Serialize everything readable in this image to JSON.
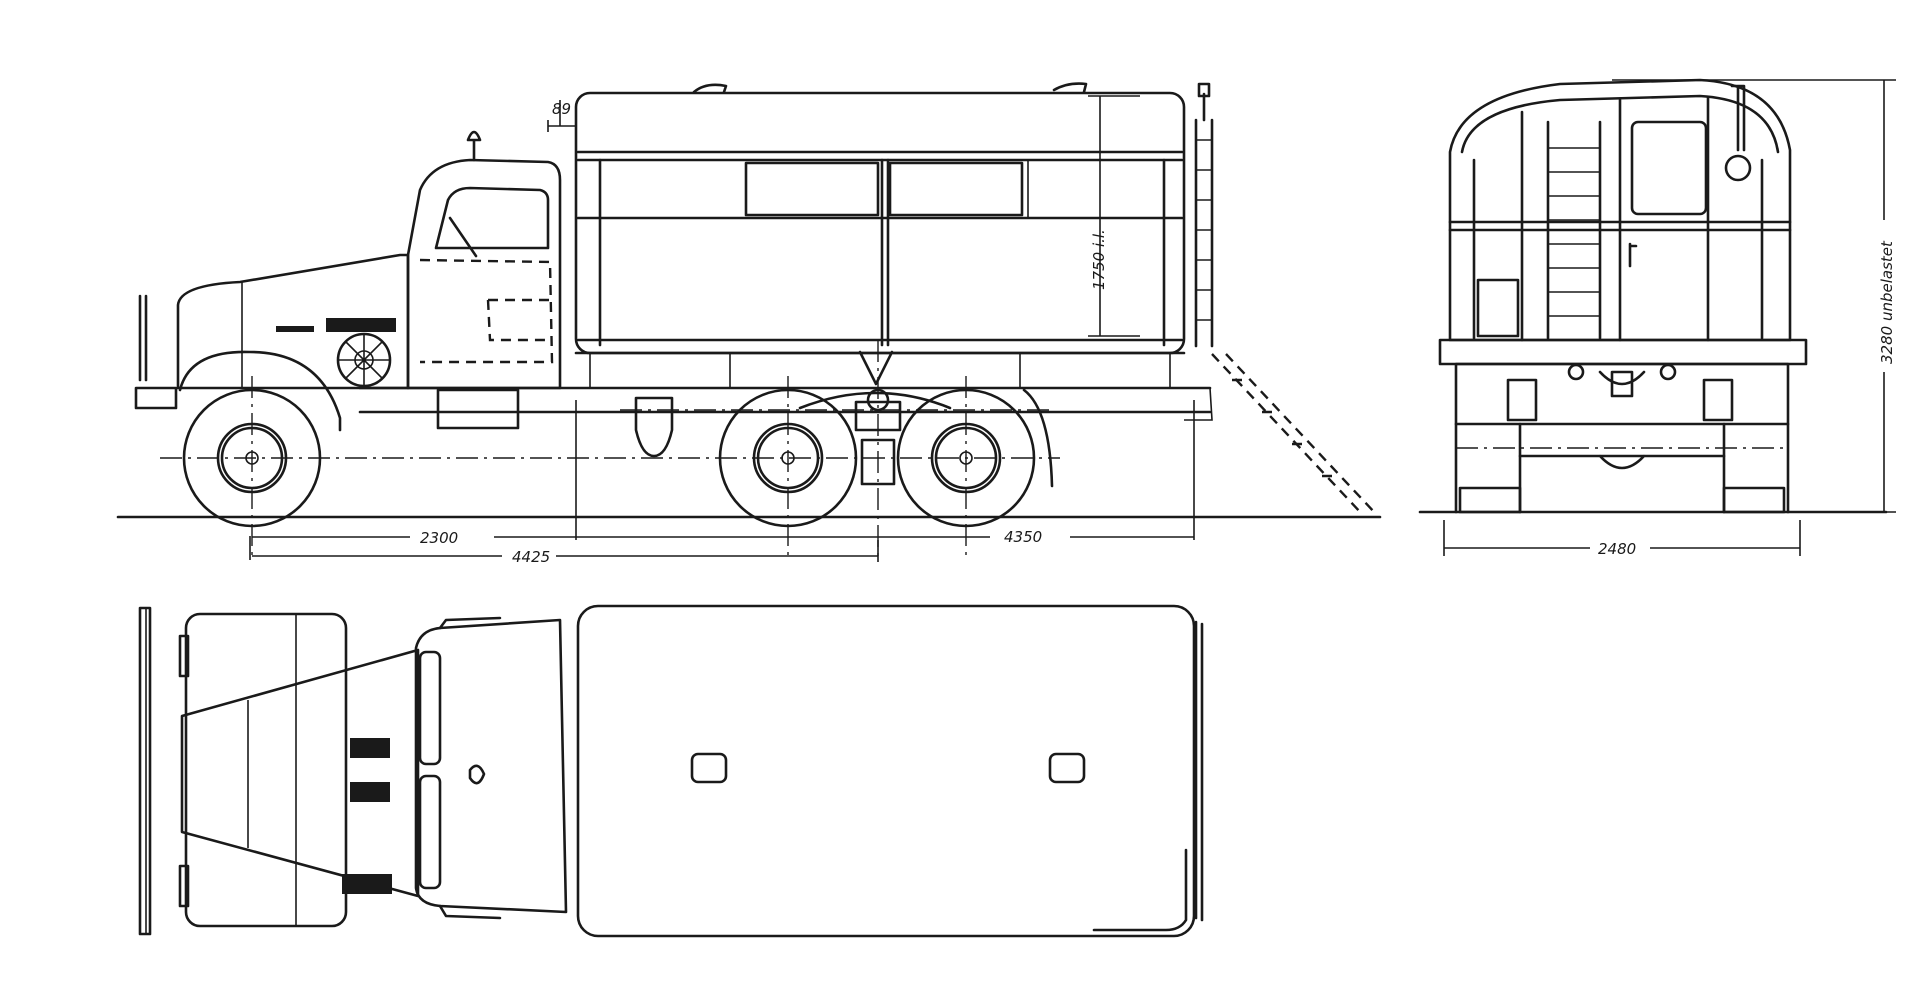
{
  "dimensions": {
    "roof_overhang": "89",
    "interior_height": "1750 i.l.",
    "wheelbase_front": "2300",
    "wheelbase_total": "4425",
    "body_length": "4350",
    "width": "2480",
    "height_unloaded": "3280 unbelastet"
  },
  "colors": {
    "line": "#1a1a1a",
    "paper": "#ffffff"
  }
}
